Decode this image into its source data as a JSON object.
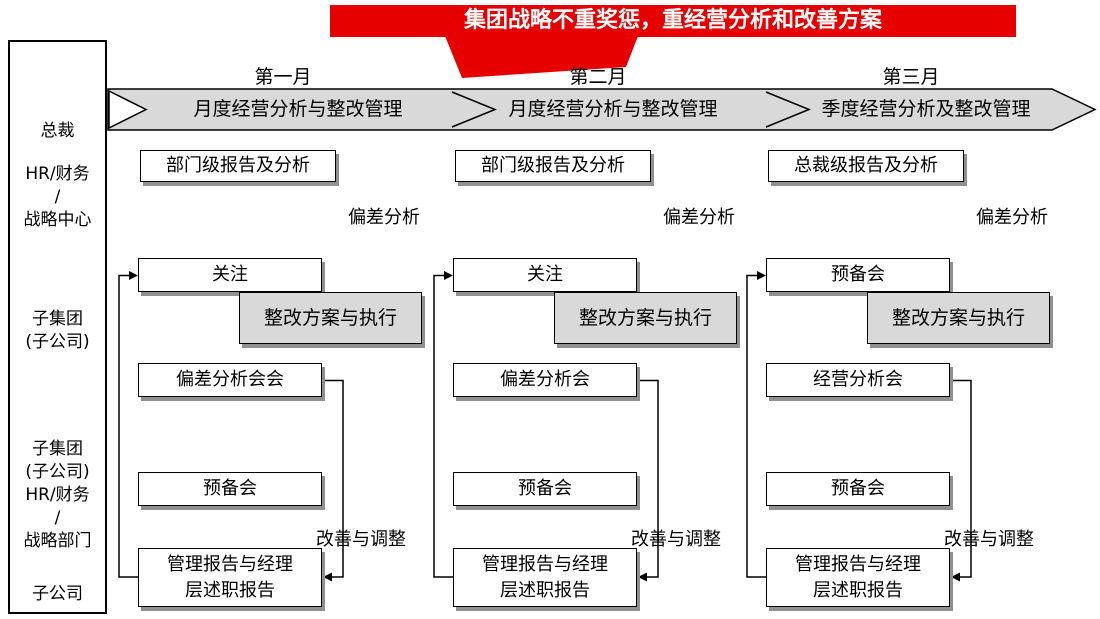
{
  "banner": {
    "text": "集团战略不重奖惩，重经营分析和改善方案"
  },
  "colors": {
    "banner_red": "#e60000",
    "band_gray": "#d9d9d9",
    "box_gray": "#d9d9d9"
  },
  "sidebar": {
    "groups": [
      {
        "label": "总裁"
      },
      {
        "label": "HR/财务\n/\n战略中心"
      },
      {
        "label": "子集团\n(子公司)"
      },
      {
        "label": "子集团\n(子公司)\nHR/财务\n/\n战略部门"
      },
      {
        "label": "子公司"
      }
    ]
  },
  "columns": [
    {
      "month": "第一月",
      "band_label": "月度经营分析与整改管理",
      "report_box": "部门级报告及分析",
      "deviation_label": "偏差分析",
      "focus_box": "关注",
      "rectify_box": "整改方案与执行",
      "meeting_box": "偏差分析会会",
      "prep_box": "预备会",
      "improve_label": "改善与调整",
      "mgmt_box": "管理报告与经理\n层述职报告"
    },
    {
      "month": "第二月",
      "band_label": "月度经营分析与整改管理",
      "report_box": "部门级报告及分析",
      "deviation_label": "偏差分析",
      "focus_box": "关注",
      "rectify_box": "整改方案与执行",
      "meeting_box": "偏差分析会",
      "prep_box": "预备会",
      "improve_label": "改善与调整",
      "mgmt_box": "管理报告与经理\n层述职报告"
    },
    {
      "month": "第三月",
      "band_label": "季度经营分析及整改管理",
      "report_box": "总裁级报告及分析",
      "deviation_label": "偏差分析",
      "focus_box": "预备会",
      "rectify_box": "整改方案与执行",
      "meeting_box": "经营分析会",
      "prep_box": "预备会",
      "improve_label": "改善与调整",
      "mgmt_box": "管理报告与经理\n层述职报告"
    }
  ]
}
